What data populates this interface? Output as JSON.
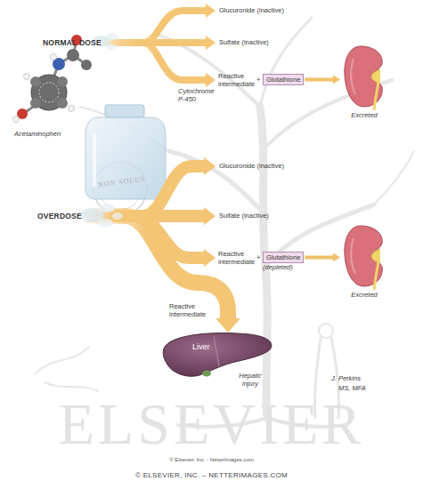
{
  "diagram": {
    "nodes": [
      {
        "text": [
          "Glutathione"
        ]
      },
      {
        "text": [
          "Excreted"
        ]
      },
      {
        "text": [
          "Glutathione",
          "(depleted)"
        ]
      },
      {
        "text": [
          "Excreted"
        ]
      },
      {
        "text": [
          "Liver",
          "Hepatic injury"
        ]
      }
    ],
    "edges": [
      {
        "from": 0,
        "to": 1,
        "arrow": "to"
      },
      {
        "from": 2,
        "to": 3,
        "arrow": "to"
      }
    ],
    "labels": [
      "NORMAL DOSE",
      "Glucuronide (inactive)",
      "Sulfate (inactive)",
      "Cytochrome P-450",
      "Reactive intermediate",
      "+",
      "Acetaminophen",
      "NON SOLUS",
      "OVERDOSE",
      "Glucuronide (inactive)",
      "Sulfate (inactive)",
      "Reactive intermediate",
      "+",
      "Reactive intermediate",
      "J. Perkins",
      "MS, MFA",
      "ELSEVIER",
      "© Elsevier, Inc. - NetterImages.com",
      "© ELSEVIER, INC. – NETTERIMAGES.COM"
    ]
  }
}
